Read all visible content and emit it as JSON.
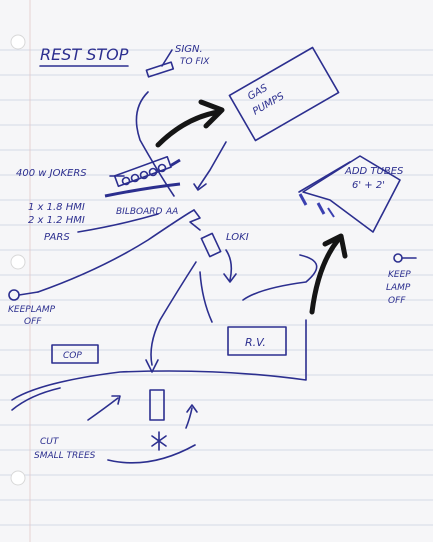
{
  "title": "REST STOP",
  "labels": {
    "sign_to_fix": [
      "SIGN.",
      "TO FIX"
    ],
    "gas_pumps": [
      "GAS",
      "PUMPS"
    ],
    "jokers": "400 w JOKERS",
    "hmi_pars": [
      "1 x 1.8 HMI",
      "2 x 1.2 HMI",
      "PARS"
    ],
    "billboard": "BILBOARD",
    "loki": "LOKI",
    "add_tubes": [
      "ADD TUBES",
      "6' + 2'"
    ],
    "keep_lamp_off_left": [
      "KEEPLAMP",
      "OFF"
    ],
    "keep_lamp_off_right": [
      "KEEP",
      "LAMP",
      "OFF"
    ],
    "cop": "COP",
    "rv": "R.V.",
    "cut_trees": [
      "CUT",
      "SMALL TREES"
    ]
  }
}
